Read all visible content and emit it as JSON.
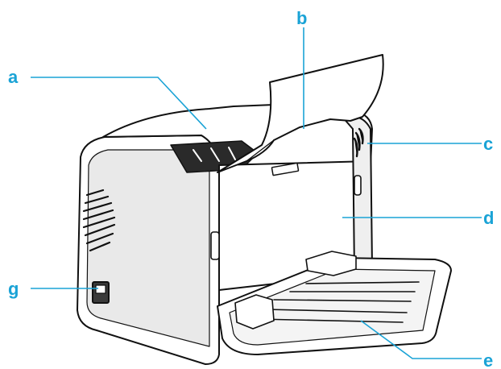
{
  "diagram": {
    "callouts": [
      {
        "id": "a",
        "text": "a"
      },
      {
        "id": "b",
        "text": "b"
      },
      {
        "id": "c",
        "text": "c"
      },
      {
        "id": "d",
        "text": "d"
      },
      {
        "id": "e",
        "text": "e"
      },
      {
        "id": "g",
        "text": "g"
      }
    ]
  },
  "colors": {
    "callout": "#1aa3d6",
    "outline": "#111111",
    "body": "#ffffff",
    "shade": "#cfcfcf",
    "dark": "#2a2a2a"
  }
}
